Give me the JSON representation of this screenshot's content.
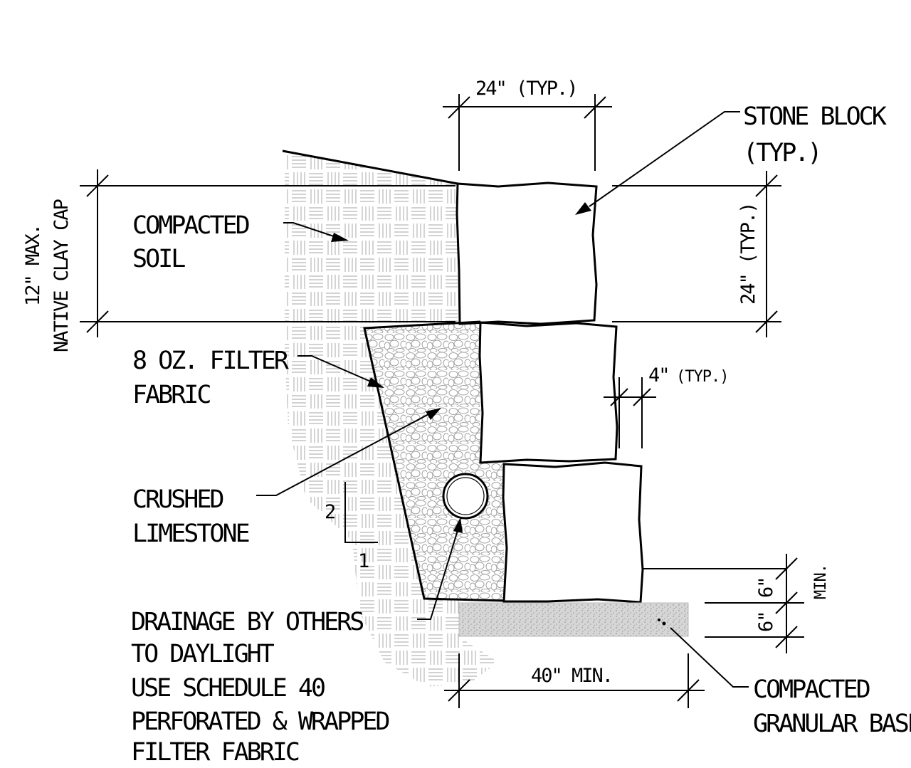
{
  "labels": {
    "stone_block_1": "STONE BLOCK",
    "stone_block_2": "(TYP.)",
    "compacted_soil_1": "COMPACTED",
    "compacted_soil_2": "SOIL",
    "clay_cap_1": "12\" MAX.",
    "clay_cap_2": "NATIVE CLAY CAP",
    "filter_fabric_1": "8 OZ. FILTER",
    "filter_fabric_2": "FABRIC",
    "limestone_1": "CRUSHED",
    "limestone_2": "LIMESTONE",
    "drainage_1": "DRAINAGE BY OTHERS",
    "drainage_2": "TO DAYLIGHT",
    "drainage_3": "USE SCHEDULE 40",
    "drainage_4": "PERFORATED & WRAPPED",
    "drainage_5": "FILTER FABRIC",
    "granular_base_1": "COMPACTED",
    "granular_base_2": "GRANULAR BASE"
  },
  "dimensions": {
    "block_width": "24\" (TYP.)",
    "block_height": "24\" (TYP.)",
    "setback": "4\"",
    "setback_typ": "(TYP.)",
    "base_width": "40\" MIN.",
    "embed_depth": "6\"",
    "base_depth": "6\"",
    "min": "MIN."
  },
  "slope": {
    "rise": "2",
    "run": "1"
  }
}
